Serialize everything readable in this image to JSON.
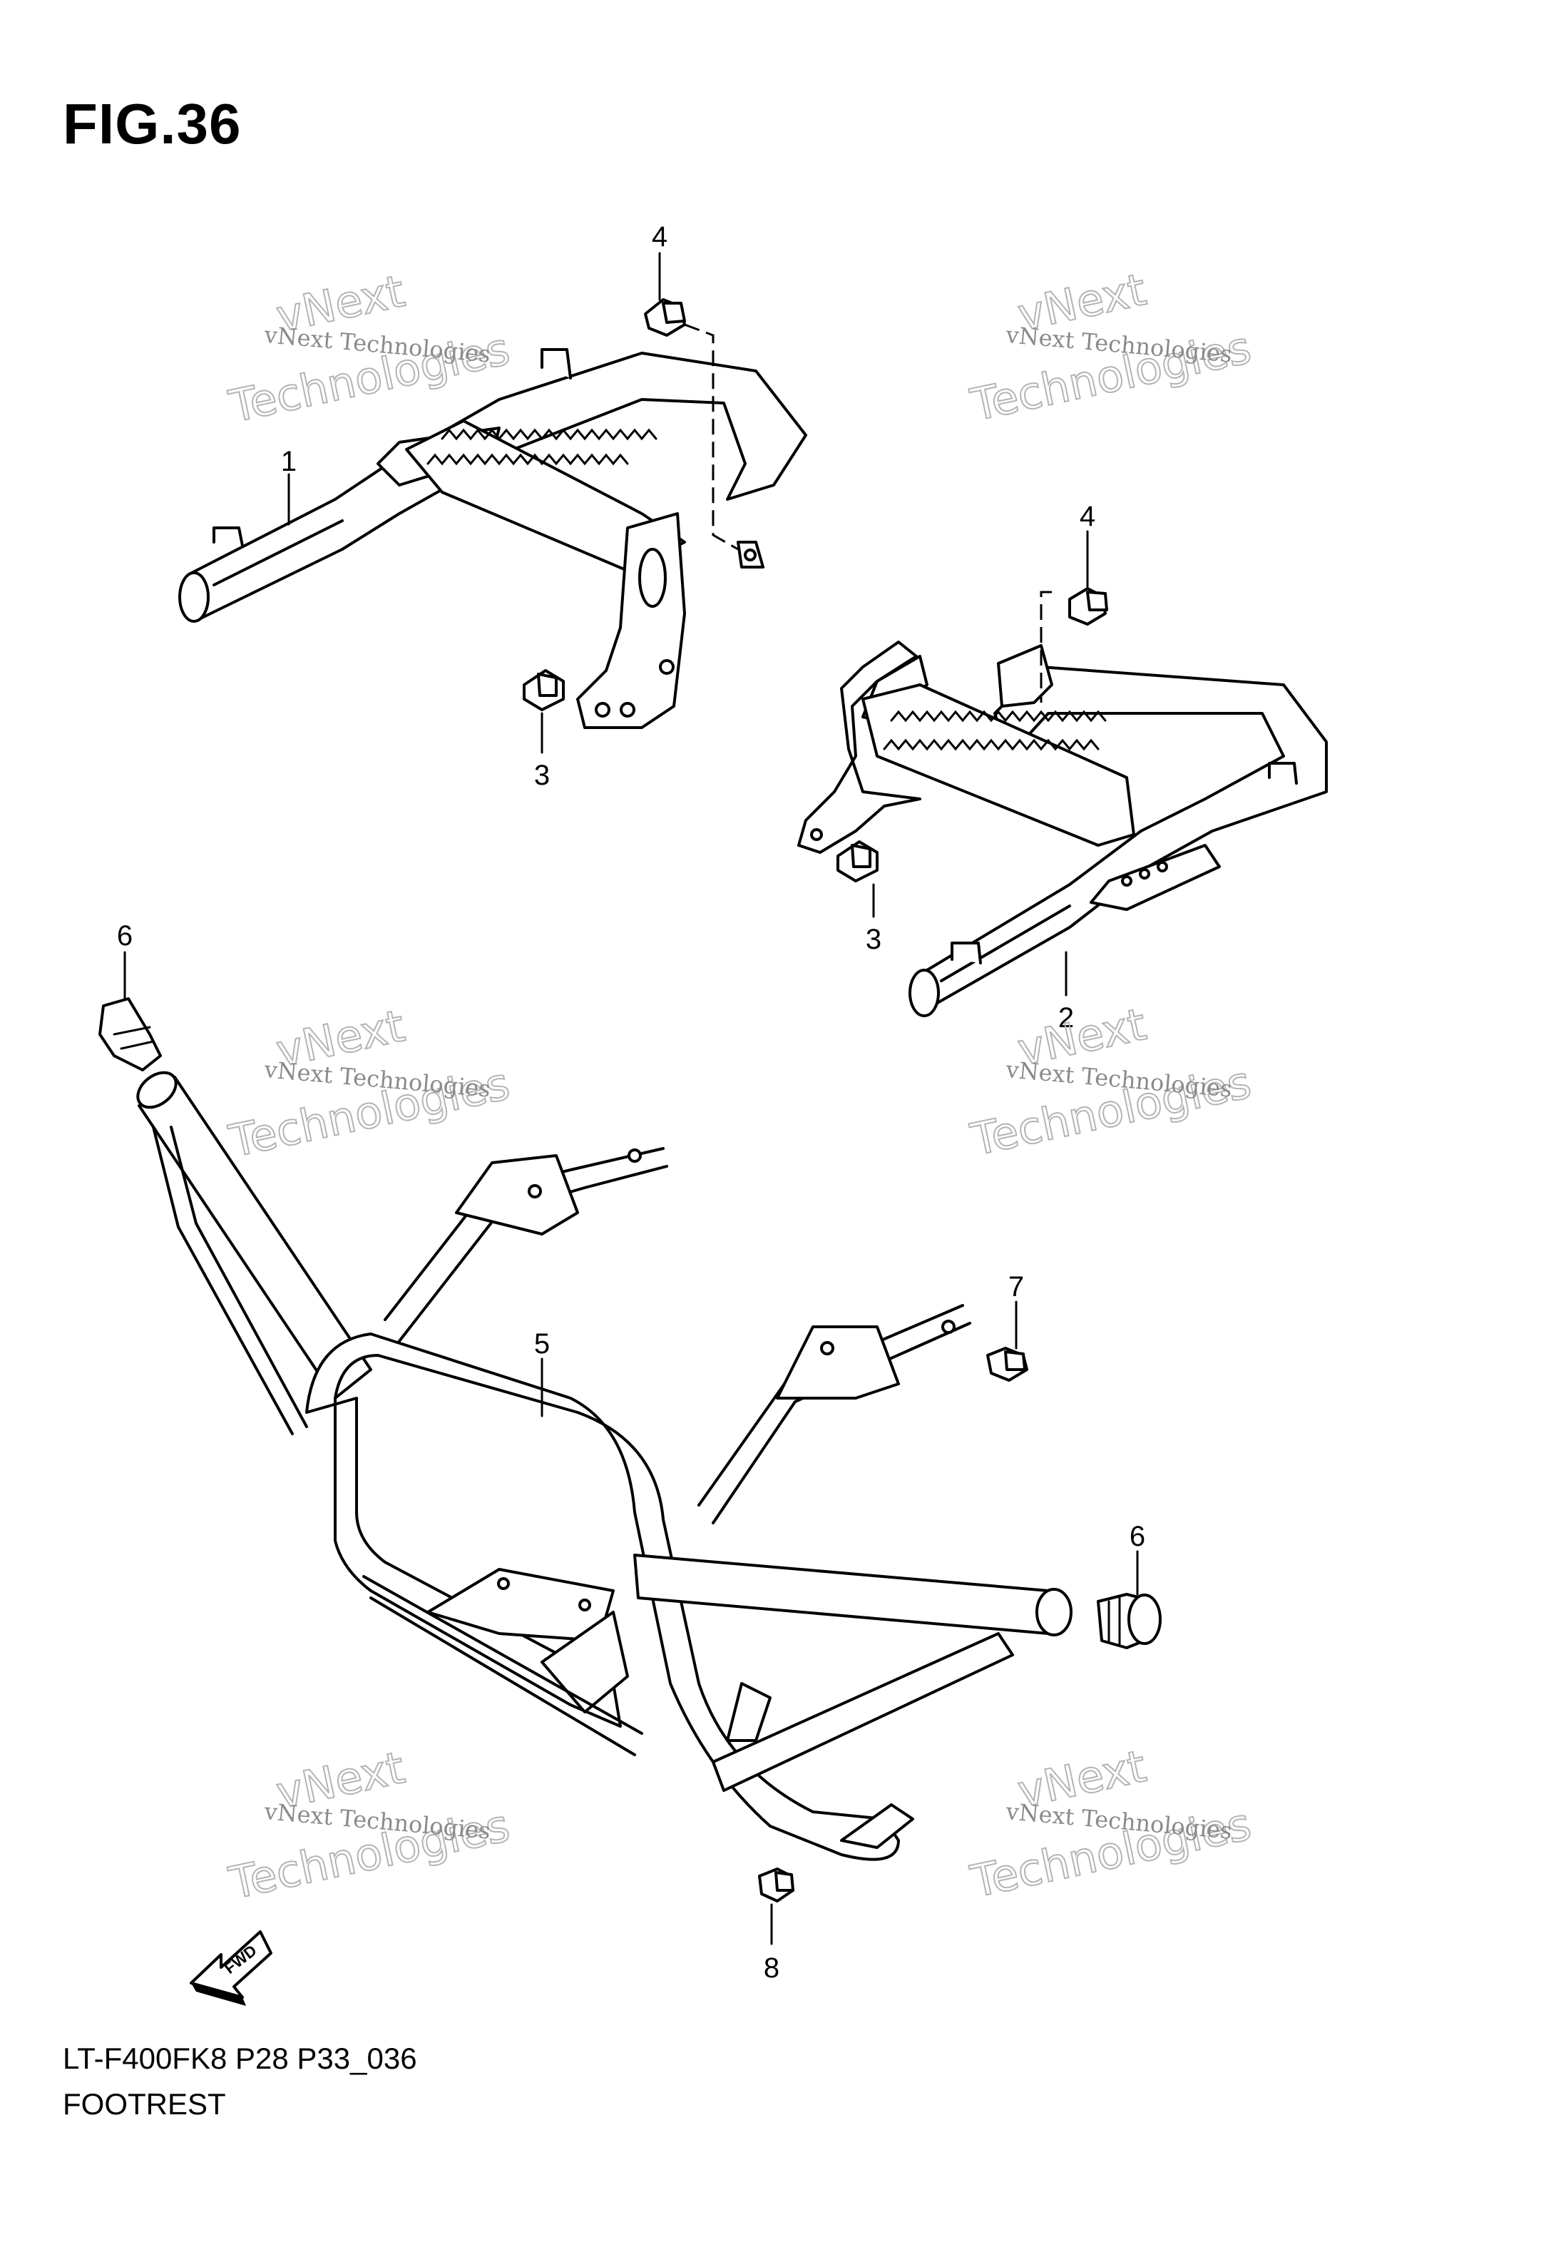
{
  "figure": {
    "title": "FIG.36",
    "code": "LT-F400FK8 P28 P33_036",
    "name": "FOOTREST"
  },
  "callouts": {
    "c1": "1",
    "c2": "2",
    "c3a": "3",
    "c3b": "3",
    "c4a": "4",
    "c4b": "4",
    "c5": "5",
    "c6a": "6",
    "c6b": "6",
    "c7": "7",
    "c8": "8"
  },
  "fwd_label": "FWD",
  "watermark": {
    "brand": "vNext",
    "company": "vNext Technologies",
    "word": "Technologies"
  }
}
